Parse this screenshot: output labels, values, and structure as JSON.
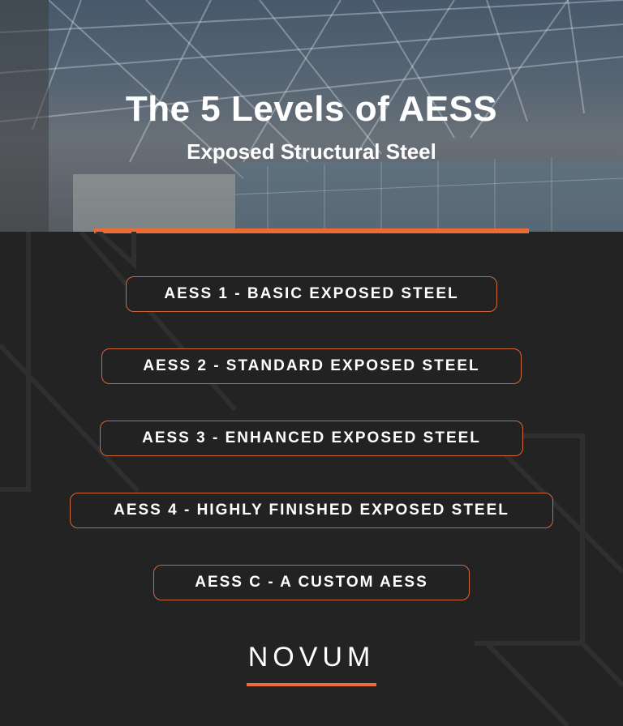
{
  "header": {
    "title": "The 5 Levels of AESS",
    "subtitle": "Exposed Structural Steel"
  },
  "levels": [
    {
      "label": "AESS 1 - BASIC EXPOSED STEEL"
    },
    {
      "label": "AESS 2 - STANDARD EXPOSED STEEL"
    },
    {
      "label": "AESS 3 - ENHANCED EXPOSED STEEL"
    },
    {
      "label": "AESS 4 - HIGHLY FINISHED EXPOSED STEEL"
    },
    {
      "label": "AESS C - A CUSTOM AESS"
    }
  ],
  "footer": {
    "brand": "NOVUM"
  },
  "colors": {
    "accent": "#ec6a33",
    "background": "#232323",
    "pill_border": "#d2683a",
    "text": "#ffffff"
  }
}
